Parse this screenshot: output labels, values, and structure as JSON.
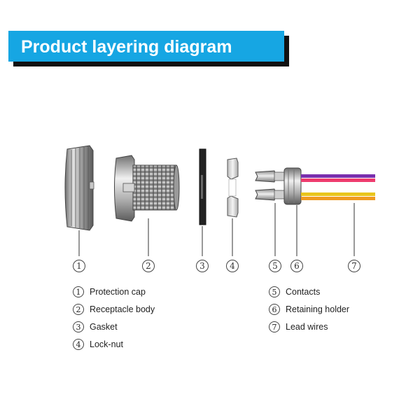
{
  "header": {
    "title": "Product layering diagram"
  },
  "colors": {
    "banner": "#16a6e3",
    "wire_colors": [
      "#7a2fae",
      "#ee3b6e",
      "#e9c51c",
      "#f09a20"
    ]
  },
  "callouts": [
    "1",
    "2",
    "3",
    "4",
    "5",
    "6",
    "7"
  ],
  "legend": {
    "left": [
      {
        "num": "1",
        "label": "Protection cap"
      },
      {
        "num": "2",
        "label": "Receptacle body"
      },
      {
        "num": "3",
        "label": "Gasket"
      },
      {
        "num": "4",
        "label": "Lock-nut"
      }
    ],
    "right": [
      {
        "num": "5",
        "label": "Contacts"
      },
      {
        "num": "6",
        "label": "Retaining holder"
      },
      {
        "num": "7",
        "label": "Lead wires"
      }
    ]
  }
}
